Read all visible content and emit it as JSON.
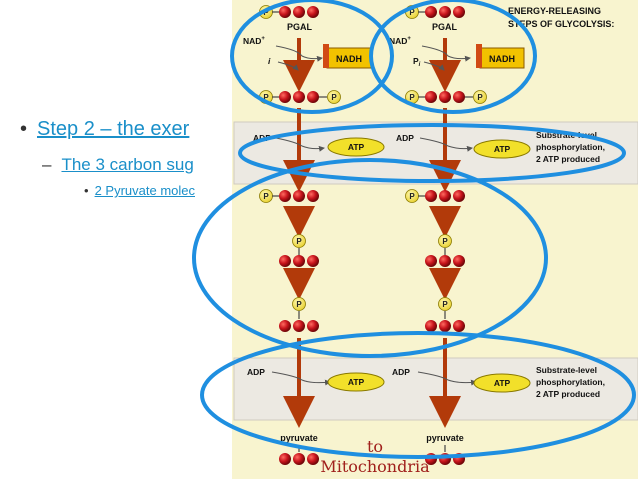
{
  "slide": {
    "bullet1": "Step 2 – the exer",
    "bullet2": "The 3 carbon sug",
    "bullet3": "2 Pyruvate molec"
  },
  "diagram": {
    "heading_line1": "ENERGY-RELEASING",
    "heading_line2": "STEPS OF GLYCOLYSIS:",
    "pgal": "PGAL",
    "nad": "NAD",
    "nad_sup": "+",
    "pi": "P",
    "pi_sub": "i",
    "nadh": "NADH",
    "p": "P",
    "adp": "ADP",
    "atp": "ATP",
    "substrate_label": [
      "Substrate-level",
      "phosphorylation,",
      "2 ATP produced"
    ],
    "pyruvate": "pyruvate",
    "to_label": "to",
    "mito_label": "Mitochondria"
  },
  "colors": {
    "bullet_text": "#1a8fc9",
    "circle": "#1f8fe0",
    "panel_bg": "#f8f4cf",
    "atom_red": "#c8141c",
    "arrow_brown": "#b23a0a",
    "nadh_box": "#f2c200",
    "atp_oval": "#f2e02a",
    "handwriting": "#a0201c"
  }
}
